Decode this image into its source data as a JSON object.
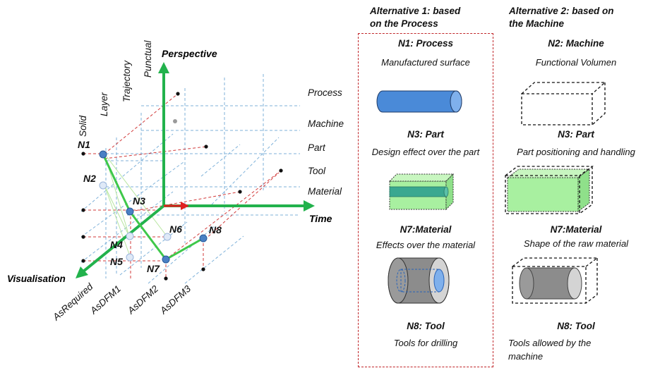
{
  "diagram": {
    "perspective_label": "Perspective",
    "time_label": "Time",
    "visualisation_label": "Visualisation",
    "perspective_levels": [
      "Solid",
      "Layer",
      "Trajectory",
      "Punctual"
    ],
    "time_levels": [
      "Process",
      "Machine",
      "Part",
      "Tool",
      "Material"
    ],
    "visualisation_levels": [
      "AsRequired",
      "AsDFM1",
      "AsDFM2",
      "AsDFM3"
    ],
    "nodes": [
      "N1",
      "N2",
      "N3",
      "N4",
      "N5",
      "N6",
      "N7",
      "N8"
    ]
  },
  "alt1": {
    "title_line1": "Alternative 1: based",
    "title_line2": "on the Process",
    "n1_title": "N1: Process",
    "n1_desc": "Manufactured surface",
    "n3_title": "N3: Part",
    "n3_desc": "Design effect over the part",
    "n7_title": "N7:Material",
    "n7_desc": "Effects over the material",
    "n8_title": "N8: Tool",
    "n8_desc": "Tools for drilling"
  },
  "alt2": {
    "title_line1": "Alternative 2: based on",
    "title_line2": "the Machine",
    "n2_title": "N2: Machine",
    "n2_desc": "Functional Volumen",
    "n3_title": "N3: Part",
    "n3_desc": "Part positioning and handling",
    "n7_title": "N7:Material",
    "n7_desc": "Shape of the raw material",
    "n8_title": "N8: Tool",
    "n8_desc_line1": "Tools allowed by the",
    "n8_desc_line2": "machine"
  },
  "colors": {
    "axis_green": "#22b24c",
    "arrow_red": "#e02020",
    "grid_blue": "#7fb2da",
    "grid_red": "#d23a3a",
    "node_blue": "#4a80c4",
    "cylinder_blue": "#4a8ad8",
    "part_green": "#a8f0a0",
    "part_teal": "#3aa890",
    "material_gray": "#8c8c8c"
  }
}
